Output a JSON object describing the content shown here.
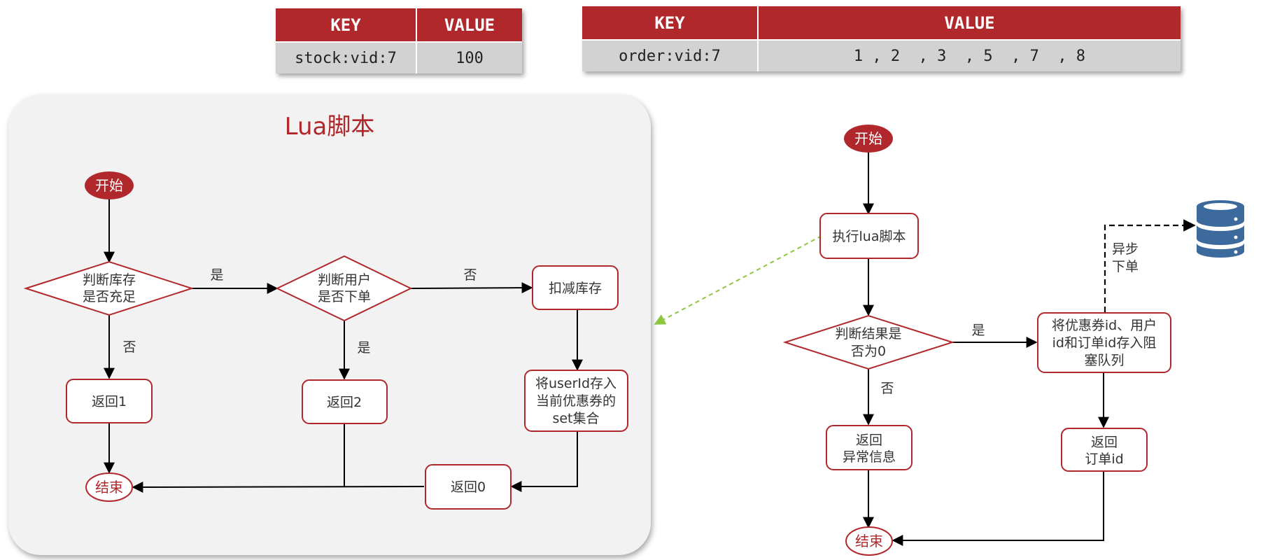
{
  "tables": {
    "stock": {
      "headers": [
        "KEY",
        "VALUE"
      ],
      "row": [
        "stock:vid:7",
        "100"
      ]
    },
    "order": {
      "headers": [
        "KEY",
        "VALUE"
      ],
      "row": [
        "order:vid:7",
        "1 , 2  , 3  , 5  , 7  , 8"
      ]
    }
  },
  "lua_flow": {
    "title": "Lua脚本",
    "start": "开始",
    "check_stock": [
      "判断库存",
      "是否充足"
    ],
    "check_user": [
      "判断用户",
      "是否下单"
    ],
    "deduct": "扣减库存",
    "save_user": [
      "将userId存入",
      "当前优惠券的",
      "set集合"
    ],
    "return1": "返回1",
    "return2": "返回2",
    "return0": "返回0",
    "end": "结束",
    "label_yes_1": "是",
    "label_no_1": "否",
    "label_yes_2": "是",
    "label_no_2": "否"
  },
  "main_flow": {
    "start": "开始",
    "exec_lua": "执行lua脚本",
    "check_result": [
      "判断结果是",
      "否为0"
    ],
    "save_queue": [
      "将优惠券id、用户",
      "id和订单id存入阻",
      "塞队列"
    ],
    "return_error": [
      "返回",
      "异常信息"
    ],
    "return_order": [
      "返回",
      "订单id"
    ],
    "async": [
      "异步",
      "下单"
    ],
    "end": "结束",
    "label_yes": "是",
    "label_no": "否"
  },
  "colors": {
    "accent": "#b0282b",
    "panel_bg": "#f2f2f2",
    "cell_bg": "#d2d2d2",
    "database": "#3d6a9c",
    "link": "#8dc63f"
  },
  "icons": {
    "database": "database-icon"
  }
}
